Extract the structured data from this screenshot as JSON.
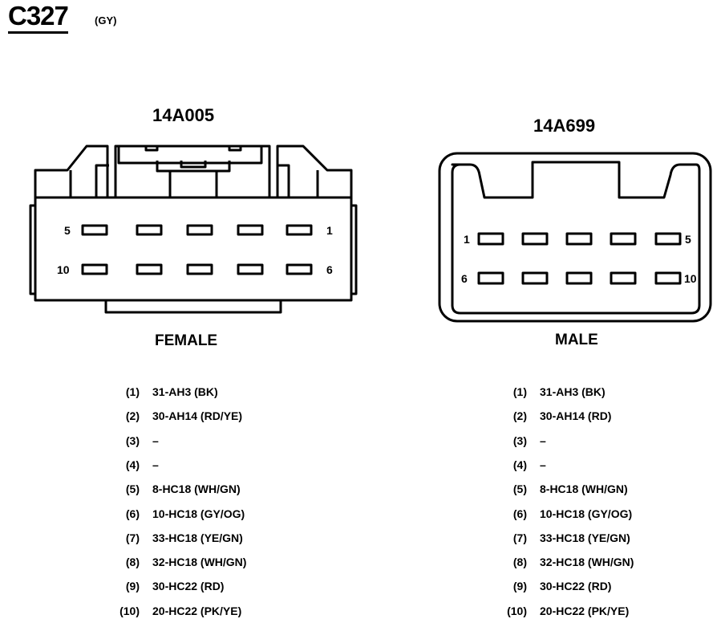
{
  "connector": {
    "id": "C327",
    "color_code": "(GY)"
  },
  "female": {
    "part_number": "14A005",
    "label": "FEMALE",
    "cavity_labels": {
      "top_left": "5",
      "top_right": "1",
      "bottom_left": "10",
      "bottom_right": "6"
    },
    "pins": [
      {
        "num": "(1)",
        "wire": "31-AH3 (BK)"
      },
      {
        "num": "(2)",
        "wire": "30-AH14 (RD/YE)"
      },
      {
        "num": "(3)",
        "wire": "–"
      },
      {
        "num": "(4)",
        "wire": "–"
      },
      {
        "num": "(5)",
        "wire": "8-HC18 (WH/GN)"
      },
      {
        "num": "(6)",
        "wire": "10-HC18 (GY/OG)"
      },
      {
        "num": "(7)",
        "wire": "33-HC18 (YE/GN)"
      },
      {
        "num": "(8)",
        "wire": "32-HC18 (WH/GN)"
      },
      {
        "num": "(9)",
        "wire": "30-HC22 (RD)"
      },
      {
        "num": "(10)",
        "wire": "20-HC22 (PK/YE)"
      }
    ]
  },
  "male": {
    "part_number": "14A699",
    "label": "MALE",
    "cavity_labels": {
      "top_left": "1",
      "top_right": "5",
      "bottom_left": "6",
      "bottom_right": "10"
    },
    "pins": [
      {
        "num": "(1)",
        "wire": "31-AH3 (BK)"
      },
      {
        "num": "(2)",
        "wire": "30-AH14 (RD)"
      },
      {
        "num": "(3)",
        "wire": "–"
      },
      {
        "num": "(4)",
        "wire": "–"
      },
      {
        "num": "(5)",
        "wire": "8-HC18 (WH/GN)"
      },
      {
        "num": "(6)",
        "wire": "10-HC18 (GY/OG)"
      },
      {
        "num": "(7)",
        "wire": "33-HC18 (YE/GN)"
      },
      {
        "num": "(8)",
        "wire": "32-HC18 (WH/GN)"
      },
      {
        "num": "(9)",
        "wire": "30-HC22 (RD)"
      },
      {
        "num": "(10)",
        "wire": "20-HC22 (PK/YE)"
      }
    ]
  }
}
